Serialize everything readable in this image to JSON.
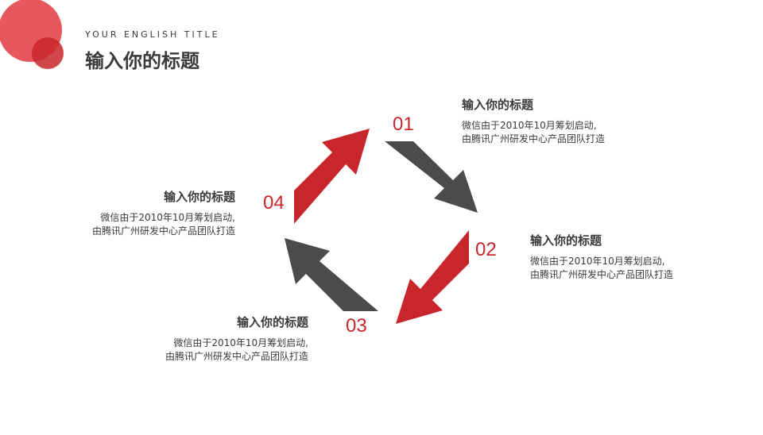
{
  "header": {
    "subtitle": "YOUR ENGLISH TITLE",
    "title": "输入你的标题"
  },
  "colors": {
    "accent": "#c8262c",
    "dark": "#4b4b4b",
    "text": "#3a3a3a"
  },
  "steps": [
    {
      "number": "01",
      "title": "输入你的标题",
      "line1": "微信由于2010年10月筹划启动,",
      "line2": "由腾讯广州研发中心产品团队打造"
    },
    {
      "number": "02",
      "title": "输入你的标题",
      "line1": "微信由于2010年10月筹划启动,",
      "line2": "由腾讯广州研发中心产品团队打造"
    },
    {
      "number": "03",
      "title": "输入你的标题",
      "line1": "微信由于2010年10月筹划启动,",
      "line2": "由腾讯广州研发中心产品团队打造"
    },
    {
      "number": "04",
      "title": "输入你的标题",
      "line1": "微信由于2010年10月筹划启动,",
      "line2": "由腾讯广州研发中心产品团队打造"
    }
  ]
}
